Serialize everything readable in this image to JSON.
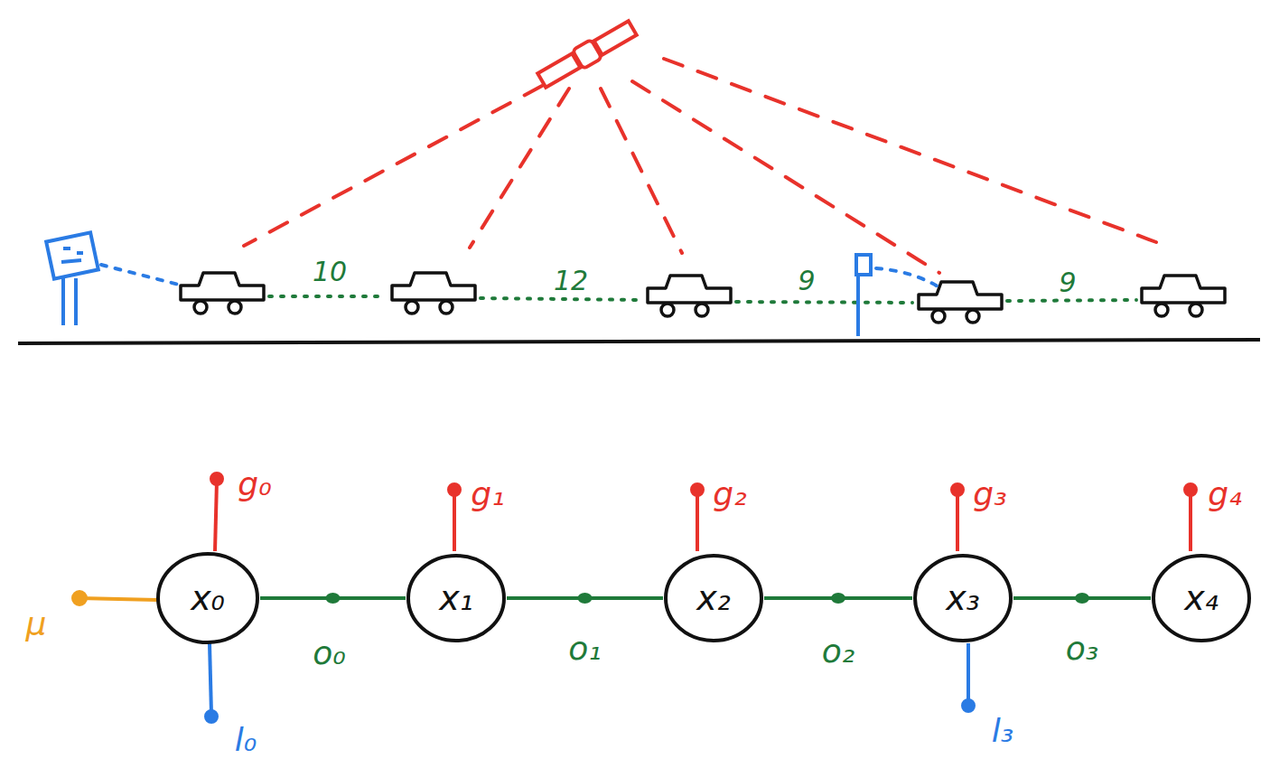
{
  "diagram": {
    "nodes": [
      {
        "text": [
          "x₀"
        ]
      },
      {
        "text": [
          "x₁"
        ]
      },
      {
        "text": [
          "x₂"
        ]
      },
      {
        "text": [
          "x₃"
        ]
      },
      {
        "text": [
          "x₄"
        ]
      }
    ],
    "edges": [
      {
        "from": 0,
        "to": 1,
        "arrow": "none",
        "label": "o₀"
      },
      {
        "from": 1,
        "to": 2,
        "arrow": "none",
        "label": "o₁"
      },
      {
        "from": 2,
        "to": 3,
        "arrow": "none",
        "label": "o₂"
      },
      {
        "from": 3,
        "to": 4,
        "arrow": "none",
        "label": "o₃"
      }
    ],
    "labels": [
      "10",
      "12",
      "9",
      "9",
      "μ",
      "g₀",
      "g₁",
      "g₂",
      "g₃",
      "g₄",
      "l₀",
      "l₃"
    ]
  }
}
